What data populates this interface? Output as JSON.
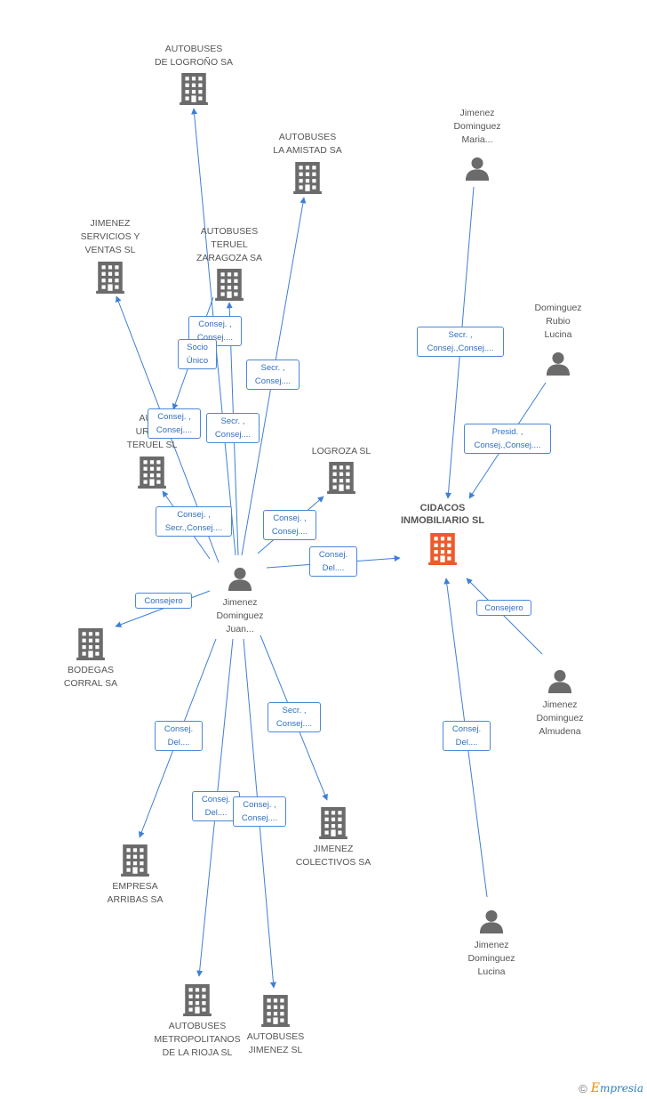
{
  "colors": {
    "edge": "#3d7fd6",
    "building": "#6b6b6b",
    "building_focus": "#ef5a2a",
    "person": "#6b6b6b"
  },
  "nodes": [
    {
      "id": "logrono",
      "type": "company",
      "label": "AUTOBUSES\nDE LOGROÑO SA"
    },
    {
      "id": "amistad",
      "type": "company",
      "label": "AUTOBUSES\nLA AMISTAD SA"
    },
    {
      "id": "jsv",
      "type": "company",
      "label": "JIMENEZ\nSERVICIOS Y\nVENTAS  SL"
    },
    {
      "id": "teruel_zgz",
      "type": "company",
      "label": "AUTOBUSES\nTERUEL\nZARAGOZA SA"
    },
    {
      "id": "urbanos_teruel",
      "type": "company",
      "label": "AUTO\nURBAN\nTERUEL SL"
    },
    {
      "id": "logroza",
      "type": "company",
      "label": "LOGROZA SL"
    },
    {
      "id": "cidacos",
      "type": "company",
      "focus": true,
      "label": "CIDACOS\nINMOBILIARIO SL"
    },
    {
      "id": "bodegas",
      "type": "company",
      "label": "BODEGAS\nCORRAL SA"
    },
    {
      "id": "arribas",
      "type": "company",
      "label": "EMPRESA\nARRIBAS SA"
    },
    {
      "id": "metropolitanos",
      "type": "company",
      "label": "AUTOBUSES\nMETROPOLITANOS\nDE LA RIOJA  SL"
    },
    {
      "id": "bus_jimenez",
      "type": "company",
      "label": "AUTOBUSES\nJIMENEZ SL"
    },
    {
      "id": "colectivos",
      "type": "company",
      "label": "JIMENEZ\nCOLECTIVOS SA"
    },
    {
      "id": "juan",
      "type": "person",
      "label": "Jimenez\nDominguez\nJuan..."
    },
    {
      "id": "maria",
      "type": "person",
      "label": "Jimenez\nDominguez\nMaria..."
    },
    {
      "id": "rubio",
      "type": "person",
      "label": "Dominguez\nRubio\nLucina"
    },
    {
      "id": "almudena",
      "type": "person",
      "label": "Jimenez\nDominguez\nAlmudena"
    },
    {
      "id": "lucina",
      "type": "person",
      "label": "Jimenez\nDominguez\nLucina"
    }
  ],
  "edges": [
    {
      "from": "juan",
      "to": "logrono",
      "label": "Consej. ,\nConsej...."
    },
    {
      "from": "juan",
      "to": "amistad",
      "label": "Secr. ,\nConsej...."
    },
    {
      "from": "juan",
      "to": "jsv",
      "label": "Consej. ,\nConsej...."
    },
    {
      "from": "juan",
      "to": "teruel_zgz",
      "label": "Secr. ,\nConsej...."
    },
    {
      "from": "teruel_zgz",
      "to": "jsv",
      "label": "Socio\nÚnico"
    },
    {
      "from": "juan",
      "to": "urbanos_teruel",
      "label": "Consej. ,\nSecr.,Consej...."
    },
    {
      "from": "juan",
      "to": "logroza",
      "label": "Consej. ,\nConsej...."
    },
    {
      "from": "juan",
      "to": "cidacos",
      "label": "Consej.\nDel...."
    },
    {
      "from": "juan",
      "to": "bodegas",
      "label": "Consejero"
    },
    {
      "from": "juan",
      "to": "arribas",
      "label": "Consej.\nDel...."
    },
    {
      "from": "juan",
      "to": "metropolitanos",
      "label": "Consej.\nDel...."
    },
    {
      "from": "juan",
      "to": "bus_jimenez",
      "label": "Consej. ,\nConsej...."
    },
    {
      "from": "juan",
      "to": "colectivos",
      "label": "Secr. ,\nConsej...."
    },
    {
      "from": "maria",
      "to": "cidacos",
      "label": "Secr. ,\nConsej.,Consej...."
    },
    {
      "from": "rubio",
      "to": "cidacos",
      "label": "Presid. ,\nConsej.,Consej...."
    },
    {
      "from": "almudena",
      "to": "cidacos",
      "label": "Consejero"
    },
    {
      "from": "lucina",
      "to": "cidacos",
      "label": "Consej.\nDel...."
    }
  ],
  "brand": {
    "copyright": "©",
    "initial": "E",
    "rest": "mpresia"
  }
}
